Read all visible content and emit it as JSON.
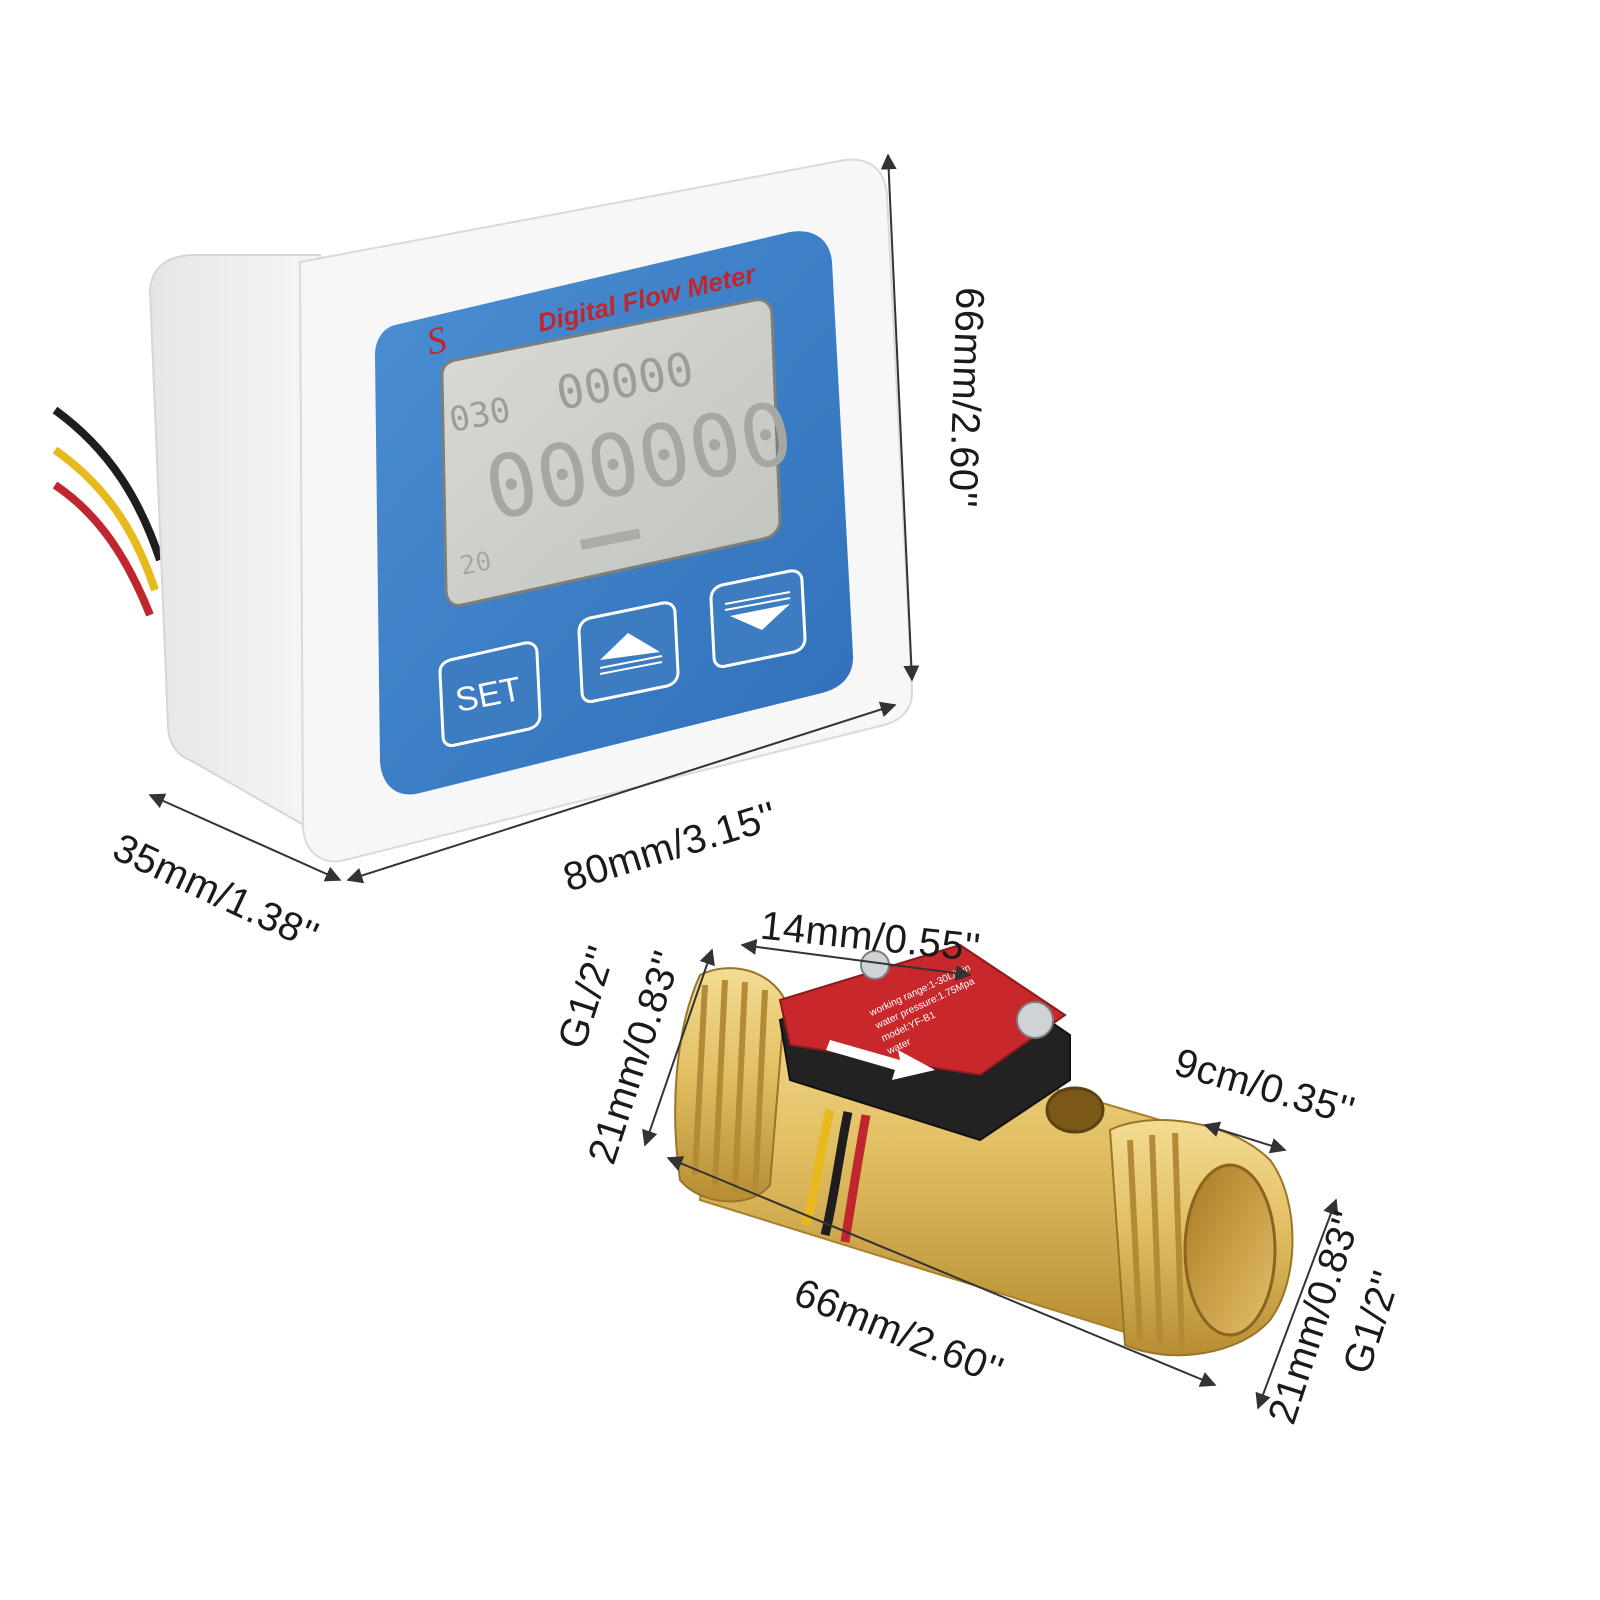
{
  "meter": {
    "title": "Digital Flow Meter",
    "brand_mark": "S",
    "lcd_top_left": "030",
    "lcd_top_right": "00000",
    "lcd_main": "000000",
    "lcd_bottom": "20",
    "button_set": "SET",
    "button_up_icon": "triangle-up-icon",
    "button_down_icon": "triangle-down-icon"
  },
  "meter_dimensions": {
    "height": "66mm/2.60''",
    "width": "80mm/3.15''",
    "depth": "35mm/1.38''"
  },
  "sensor": {
    "label_line1": "working range:1-30L/min",
    "label_line2": "water pressure:1.75Mpa",
    "label_line3": "model:YF-B1",
    "label_line4": "water",
    "arrow_icon": "flow-direction-arrow-icon"
  },
  "sensor_dimensions": {
    "sensor_width": "14mm/0.55''",
    "left_thread_diameter": "21mm/0.83''",
    "left_thread_size": "G1/2''",
    "thread_length": "9cm/0.35''",
    "body_length": "66mm/2.60''",
    "right_thread_diameter": "21mm/0.83''",
    "right_thread_size": "G1/2''"
  },
  "colors": {
    "meter_housing": "#f2f2f2",
    "meter_panel_blue": "#3f7fc6",
    "lcd_background": "#cfd1cd",
    "title_red": "#c0262d",
    "brass": "#d8b25a",
    "sensor_label_red": "#c8282c",
    "wire_red": "#c0262d",
    "wire_yellow": "#e8b91c",
    "wire_black": "#1e1e1e"
  }
}
